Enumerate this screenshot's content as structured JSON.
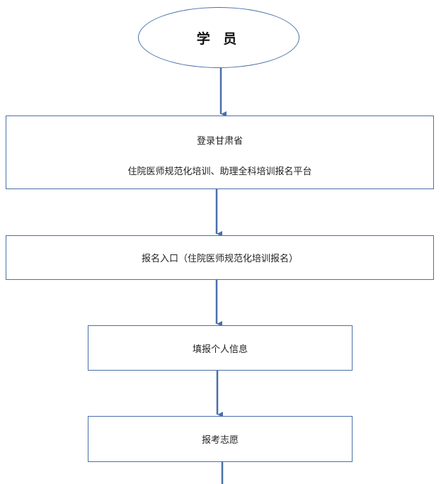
{
  "flowchart": {
    "start": {
      "label": "学 员"
    },
    "steps": [
      {
        "line1": "登录甘肃省",
        "line2": "住院医师规范化培训、助理全科培训报名平台"
      },
      {
        "label": "报名入口（住院医师规范化培训报名）"
      },
      {
        "label": "填报个人信息"
      },
      {
        "label": "报考志愿"
      }
    ]
  },
  "colors": {
    "border": "#4a6fa8",
    "arrow": "#4a6fa8",
    "text": "#222222"
  }
}
